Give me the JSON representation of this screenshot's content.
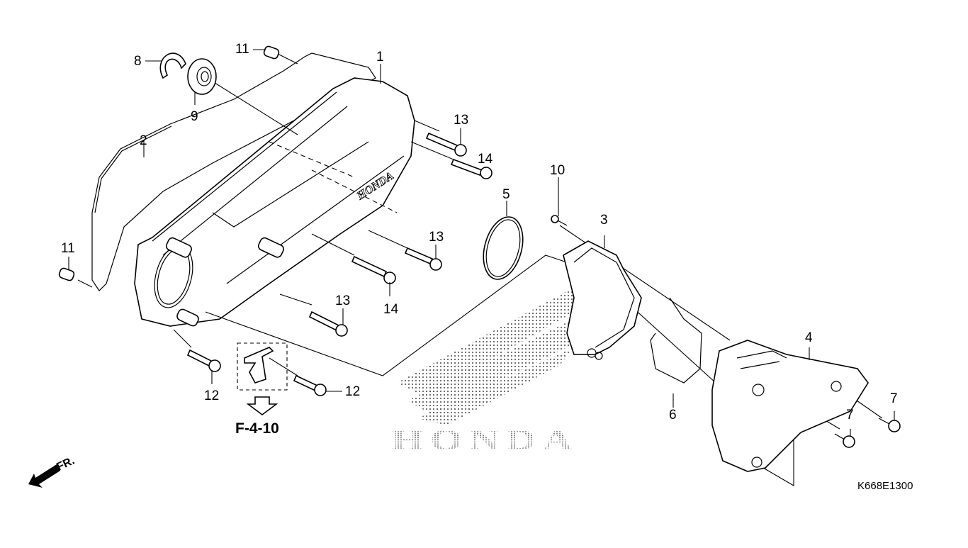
{
  "diagram": {
    "title": "Left Crankcase Cover exploded view",
    "brand_watermark": "HONDA",
    "cover_emblem": "HONDA",
    "diagram_code": "K668E1300",
    "front_indicator": "FR.",
    "reference": "F-4-10",
    "callouts": [
      {
        "id": "c1",
        "number": "1",
        "part": "left crankcase cover"
      },
      {
        "id": "c2",
        "number": "2",
        "part": "cover gasket"
      },
      {
        "id": "c3",
        "number": "3",
        "part": "inner cover"
      },
      {
        "id": "c4",
        "number": "4",
        "part": "outer cover"
      },
      {
        "id": "c5",
        "number": "5",
        "part": "O-ring"
      },
      {
        "id": "c6",
        "number": "6",
        "part": "seal"
      },
      {
        "id": "c7a",
        "number": "7",
        "part": "screw"
      },
      {
        "id": "c7b",
        "number": "7",
        "part": "screw"
      },
      {
        "id": "c8",
        "number": "8",
        "part": "snap ring"
      },
      {
        "id": "c9",
        "number": "9",
        "part": "bearing"
      },
      {
        "id": "c10",
        "number": "10",
        "part": "tapping screw"
      },
      {
        "id": "c11a",
        "number": "11",
        "part": "dowel pin"
      },
      {
        "id": "c11b",
        "number": "11",
        "part": "dowel pin"
      },
      {
        "id": "c12a",
        "number": "12",
        "part": "flange bolt"
      },
      {
        "id": "c12b",
        "number": "12",
        "part": "flange bolt"
      },
      {
        "id": "c13a",
        "number": "13",
        "part": "flange bolt"
      },
      {
        "id": "c13b",
        "number": "13",
        "part": "flange bolt"
      },
      {
        "id": "c13c",
        "number": "13",
        "part": "flange bolt"
      },
      {
        "id": "c14a",
        "number": "14",
        "part": "flange bolt"
      },
      {
        "id": "c14b",
        "number": "14",
        "part": "flange bolt"
      }
    ]
  }
}
